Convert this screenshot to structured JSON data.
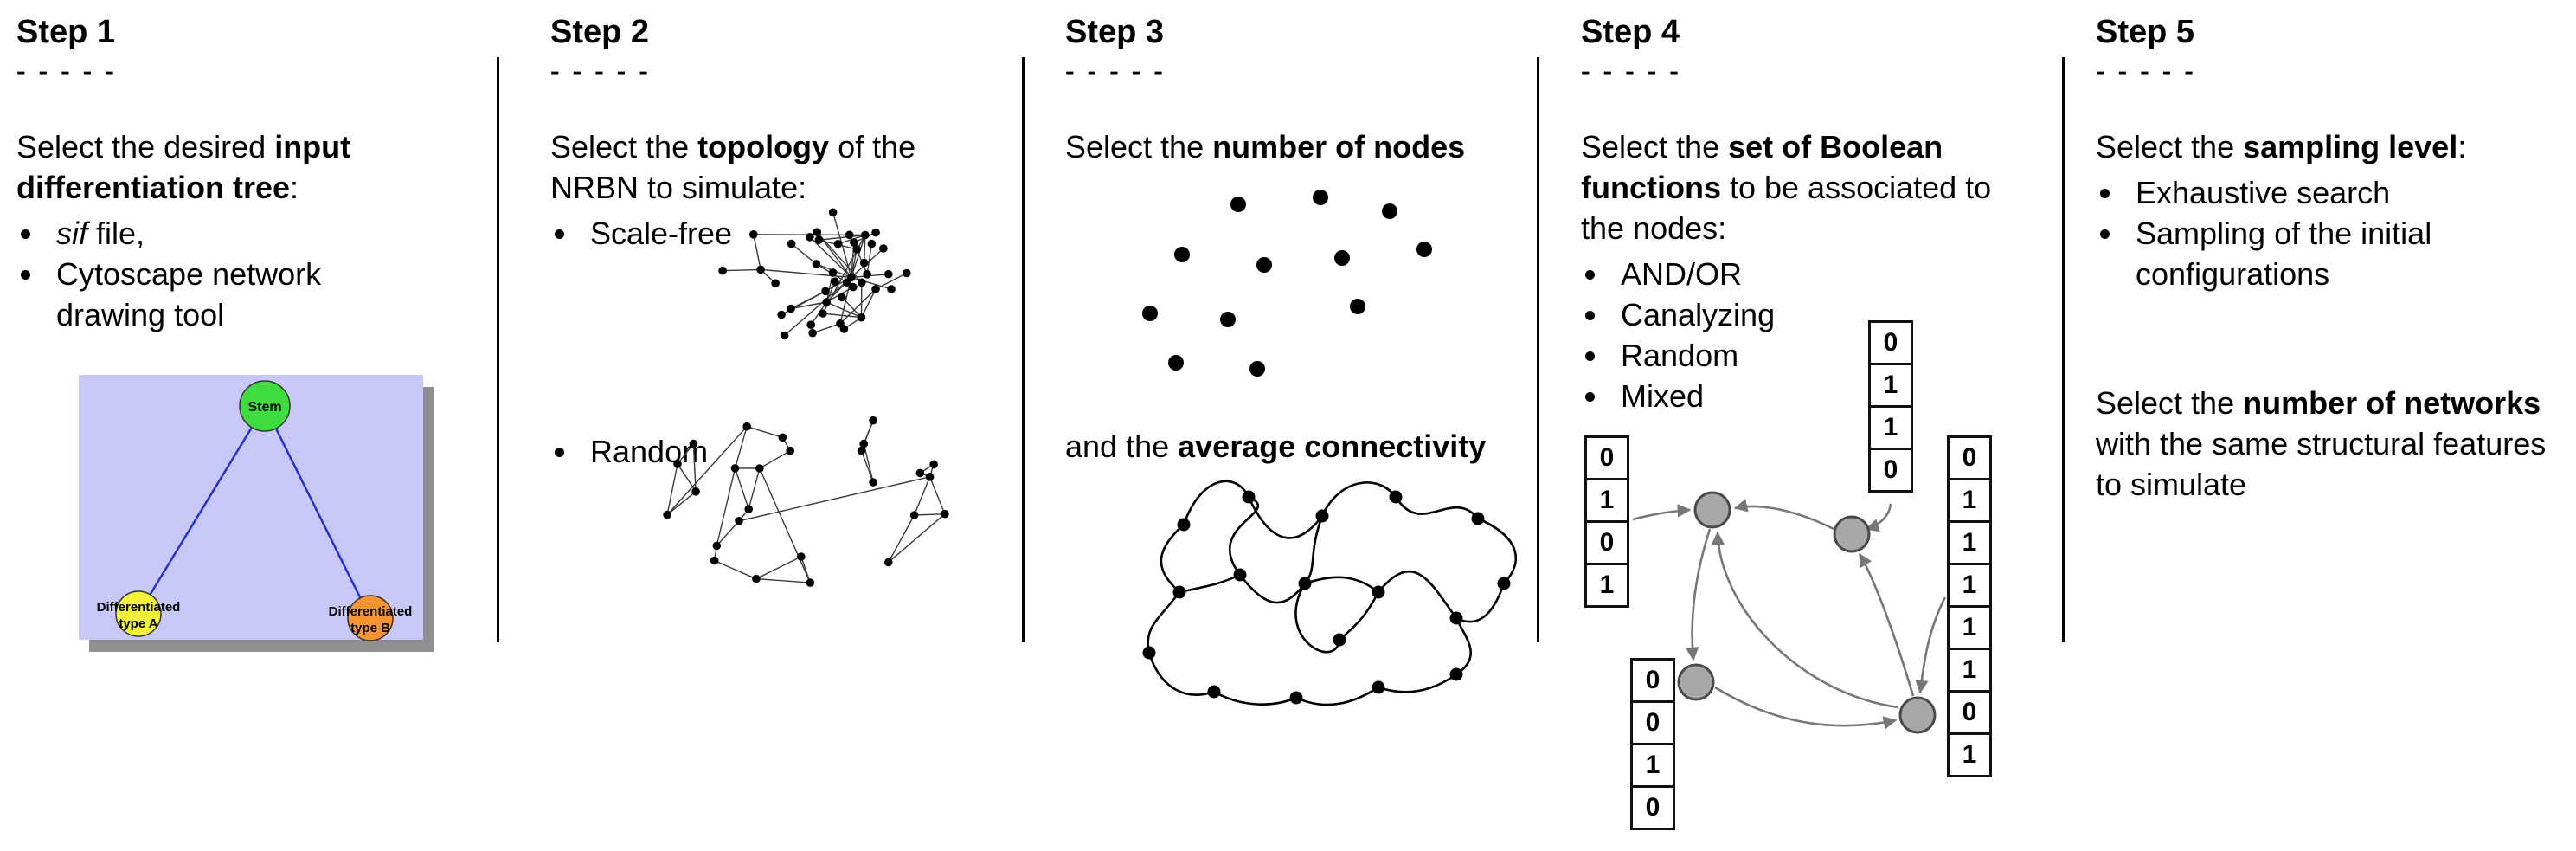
{
  "colors": {
    "tree_background": "#c8c8f8",
    "tree_shadow": "#8f8f8f",
    "stem_node": "#3fdc3f",
    "differentiated_a": "#f2f23a",
    "differentiated_b": "#f59430",
    "tree_edge": "#2233cc",
    "boolean_node_fill": "#a8a8a8",
    "boolean_node_stroke": "#4a4a4a",
    "arrow": "#777777"
  },
  "steps": {
    "s1": {
      "title": "Step 1",
      "dashes": "- - - - -",
      "intro": {
        "pre": "Select the desired ",
        "bold": "input differentiation tree",
        "post": ":"
      },
      "bullets": [
        {
          "italic": "sif",
          "rest": " file,"
        },
        {
          "text": "Cytoscape network drawing tool"
        }
      ],
      "tree": {
        "stem_label": "Stem",
        "type_a_line1": "Differentiated",
        "type_a_line2": "type A",
        "type_b_line1": "Differentiated",
        "type_b_line2": "type B"
      }
    },
    "s2": {
      "title": "Step 2",
      "dashes": "- - - - -",
      "intro": {
        "pre": "Select the ",
        "bold": "topology",
        "post": " of the NRBN to simulate:"
      },
      "bullets": [
        "Scale-free",
        "Random"
      ]
    },
    "s3": {
      "title": "Step 3",
      "dashes": "- - - - -",
      "intro": {
        "pre": "Select the ",
        "bold": "number of nodes"
      },
      "second": {
        "pre": "and the ",
        "bold": "average connectivity"
      }
    },
    "s4": {
      "title": "Step 4",
      "dashes": "- - - - -",
      "intro": {
        "pre": "Select the ",
        "bold": "set of Boolean functions",
        "post": " to be associated to the nodes:"
      },
      "bullets": [
        "AND/OR",
        "Canalyzing",
        "Random",
        "Mixed"
      ],
      "truth_tables": {
        "left": [
          "0",
          "1",
          "0",
          "1"
        ],
        "top": [
          "0",
          "1",
          "1",
          "0"
        ],
        "bottom_left": [
          "0",
          "0",
          "1",
          "0"
        ],
        "right": [
          "0",
          "1",
          "1",
          "1",
          "1",
          "1",
          "0",
          "1"
        ]
      }
    },
    "s5": {
      "title": "Step 5",
      "dashes": "- - - - -",
      "intro": {
        "pre": "Select the ",
        "bold": "sampling level",
        "post": ":"
      },
      "bullets": [
        "Exhaustive search",
        "Sampling of the initial configurations"
      ],
      "second": {
        "pre": "Select the ",
        "bold": "number of networks",
        "post": " with the same structural features to simulate"
      }
    }
  }
}
